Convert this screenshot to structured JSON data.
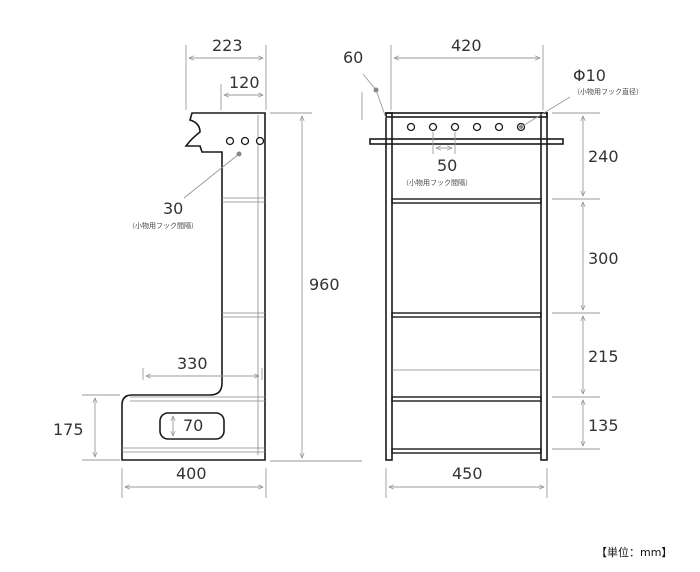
{
  "side_view": {
    "top_width": "223",
    "hook_offset": "120",
    "hook_spacing": "30",
    "hook_spacing_note": "（小物用フック間隔）",
    "upper_depth": "330",
    "handle_height": "70",
    "base_height": "175",
    "base_width": "400",
    "total_height": "960"
  },
  "front_view": {
    "rod_protrusion": "60",
    "top_width": "420",
    "hook_diameter": "Φ10",
    "hook_diameter_note": "（小物用フック直径）",
    "hook_pitch": "50",
    "hook_pitch_note": "（小物用フック間隔）",
    "shelf_gaps": [
      "240",
      "300",
      "215",
      "135"
    ],
    "base_width": "450"
  },
  "unit_label": "【単位：mm】"
}
